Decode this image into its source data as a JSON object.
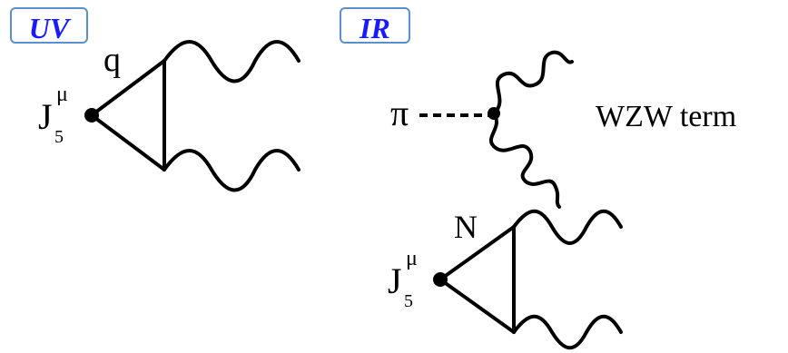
{
  "colors": {
    "tag_text": "#1a1aff",
    "tag_border": "#5a8fd0",
    "ink": "#000000"
  },
  "panels": {
    "uv": {
      "tag": "UV",
      "quark_label": "q",
      "current_label": {
        "base": "J",
        "superscript": "μ",
        "subscript": "5"
      }
    },
    "ir": {
      "tag": "IR",
      "pion_label": "π",
      "wzw_label": "WZW term",
      "nucleon_label": "N",
      "current_label": {
        "base": "J",
        "superscript": "μ",
        "subscript": "5"
      }
    }
  }
}
